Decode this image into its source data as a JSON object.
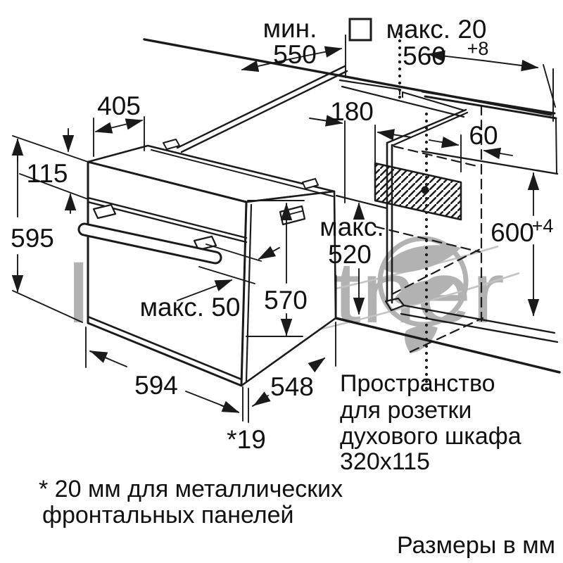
{
  "diagram": {
    "watermark": "IT Partner",
    "units_note": "Размеры в мм",
    "footnote": {
      "line1": "* 20 мм для металлических",
      "line2": "фронтальных панелей"
    },
    "socket_note": {
      "line1": "Пространство",
      "line2": "для розетки",
      "line3": "духового шкафа",
      "line4": "320x115"
    },
    "dimensions": {
      "counter_depth_label": "мин.",
      "counter_depth": "550",
      "top_gap": "макс. 20",
      "niche_width": "560",
      "niche_width_tolerance": "+8",
      "oven_top_depth": "405",
      "socket_offset_h": "180",
      "socket_offset_side": "60",
      "control_panel_height": "115",
      "oven_front_height": "595",
      "niche_depth_label": "макс.",
      "niche_depth": "520",
      "niche_height": "600",
      "niche_height_tolerance": "+4",
      "oven_body_height": "570",
      "handle_clearance": "макс. 50",
      "oven_width": "594",
      "oven_body_depth": "548",
      "door_offset": "*19"
    },
    "colors": {
      "line": "#1a1a1a",
      "watermark": "#b2b2b2",
      "background": "#ffffff"
    }
  }
}
